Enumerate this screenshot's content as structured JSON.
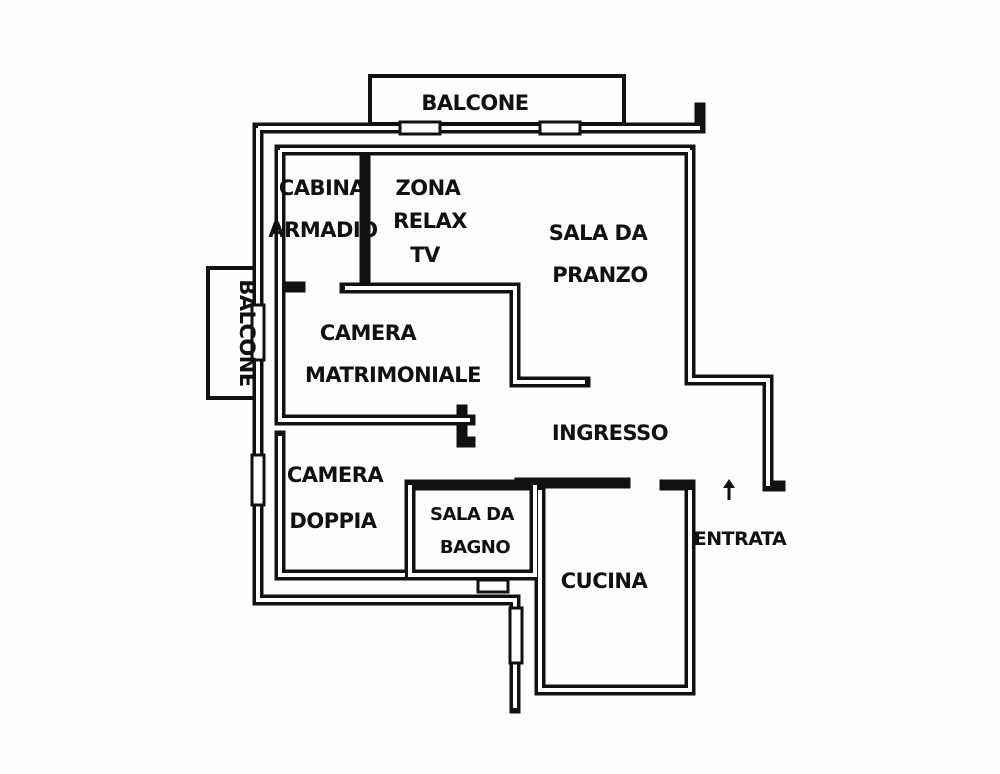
{
  "title": "Floor plan",
  "labels": {
    "balcone_top": "BALCONE",
    "balcone_left": "BALCONE",
    "cabina_1": "CABINA",
    "cabina_2": "ARMADIO",
    "zona_1": "ZONA",
    "zona_2": "RELAX",
    "zona_3": "TV",
    "pranzo_1": "SALA DA",
    "pranzo_2": "PRANZO",
    "matr_1": "CAMERA",
    "matr_2": "MATRIMONIALE",
    "ingresso": "INGRESSO",
    "doppia_1": "CAMERA",
    "doppia_2": "DOPPIA",
    "bagno_1": "SALA DA",
    "bagno_2": "BAGNO",
    "cucina": "CUCINA",
    "entrata": "ENTRATA"
  },
  "icons": {
    "entrance": "arrow-up-icon"
  }
}
